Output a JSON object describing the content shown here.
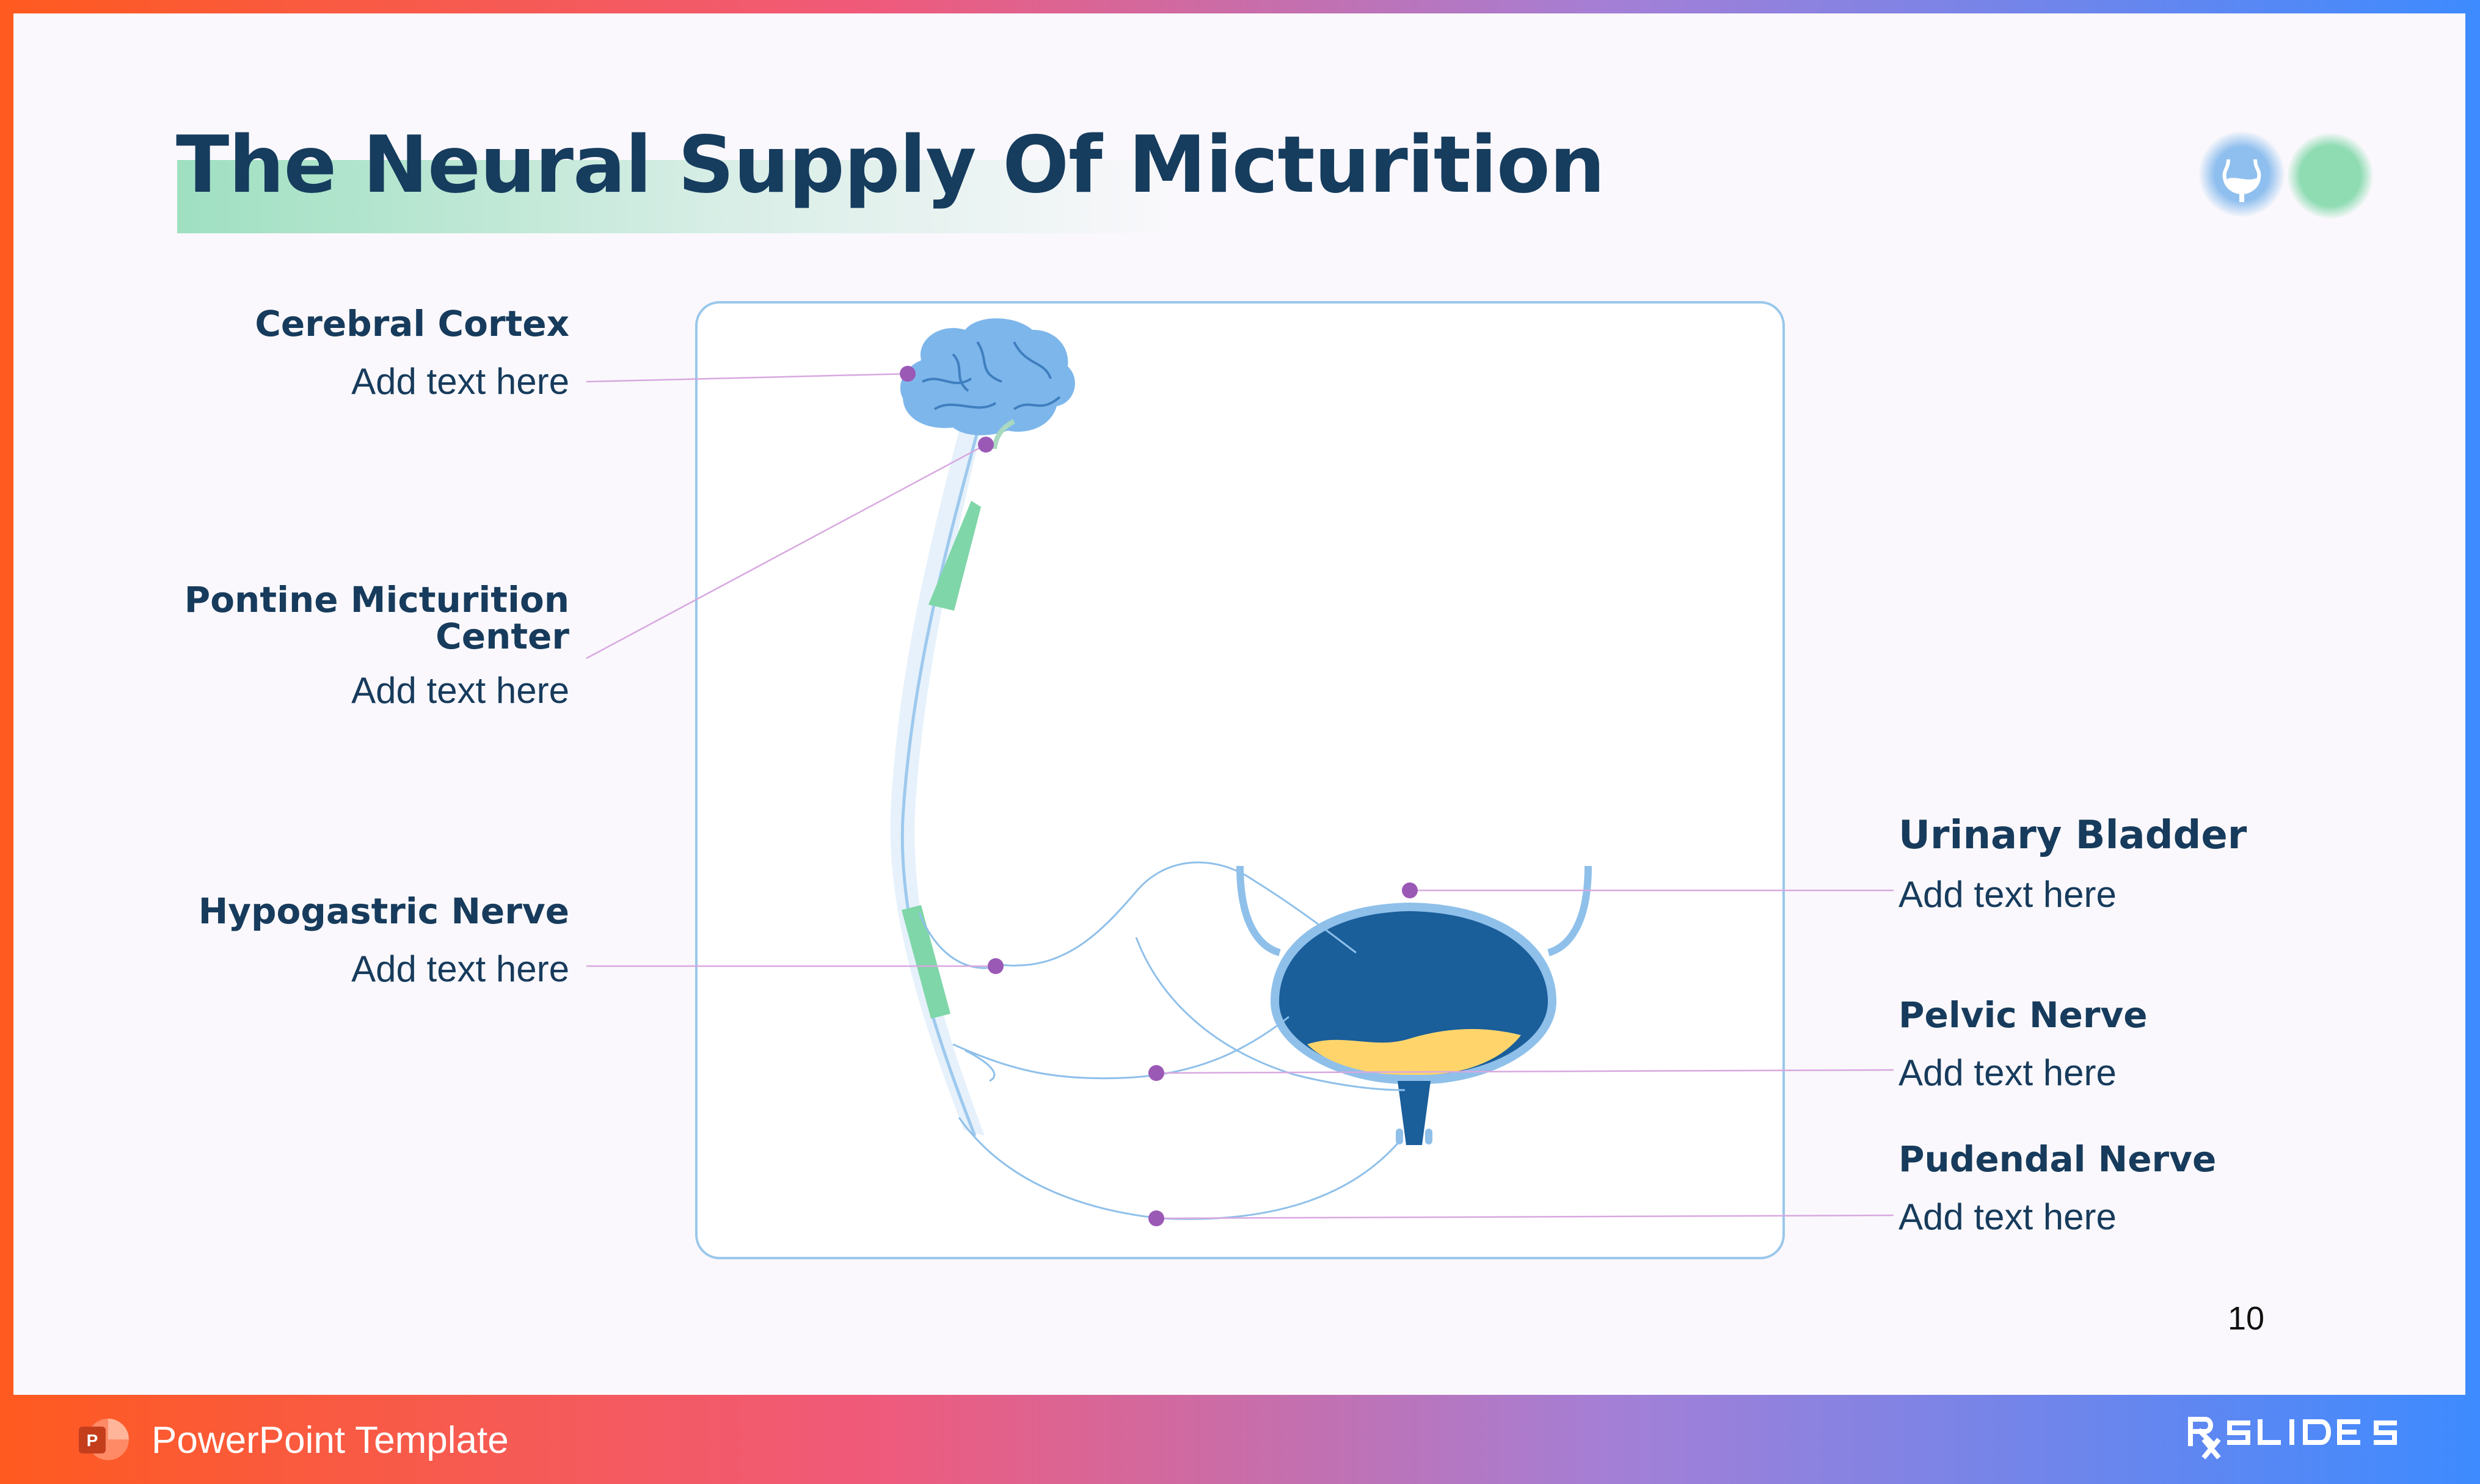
{
  "slide": {
    "title": "The Neural Supply Of Micturition",
    "page_number": "10"
  },
  "labels": {
    "cerebral_cortex": {
      "title": "Cerebral Cortex",
      "text": "Add text here"
    },
    "pontine_center": {
      "title_line1": "Pontine Micturition",
      "title_line2": "Center",
      "text": "Add text here"
    },
    "hypogastric_nerve": {
      "title": "Hypogastric Nerve",
      "text": "Add text here"
    },
    "urinary_bladder": {
      "title": "Urinary Bladder",
      "text": "Add text here"
    },
    "pelvic_nerve": {
      "title": "Pelvic Nerve",
      "text": "Add text here"
    },
    "pudendal_nerve": {
      "title": "Pudendal Nerve",
      "text": "Add text here"
    }
  },
  "footer": {
    "app_label": "PowerPoint Template",
    "brand": "RX SLIDES"
  },
  "colors": {
    "title": "#163c5e",
    "marker": "#9b59b6",
    "accent_green": "#7fd6a8",
    "accent_blue": "#8fc0ea",
    "bladder_fill": "#1a5e9a",
    "urine": "#ffd56b"
  },
  "icons": [
    "bladder-icon",
    "powerpoint-icon",
    "rx-slides-logo"
  ]
}
